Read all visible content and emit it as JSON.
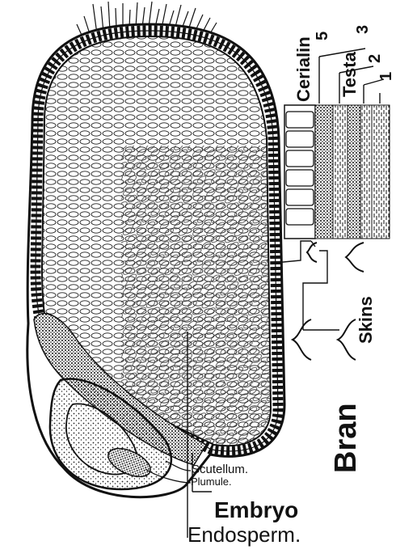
{
  "labels": {
    "cerialin": "Cerialin",
    "testa": "Testa",
    "skins": "Skins",
    "bran": "Bran",
    "scutellum": "Scutellum.",
    "plumule": "Plumule.",
    "embryo": "Embryo",
    "endosperm": "Endosperm.",
    "layer_numbers": [
      "5",
      "3",
      "2",
      "1"
    ]
  }
}
